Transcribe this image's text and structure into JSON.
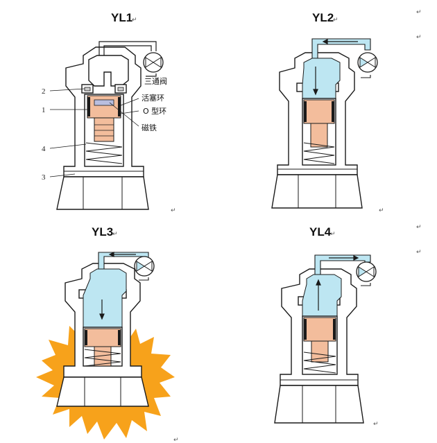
{
  "panels": [
    {
      "title": "YL1"
    },
    {
      "title": "YL2"
    },
    {
      "title": "YL3"
    },
    {
      "title": "YL4"
    }
  ],
  "labels": {
    "three_way_valve": "三通阀",
    "piston_ring": "活塞环",
    "o_ring": "O 型环",
    "magnet": "磁铁",
    "num_1": "1",
    "num_2": "2",
    "num_3": "3",
    "num_4": "4"
  },
  "marks": {
    "return": "↵"
  },
  "colors": {
    "air": "#bde6f2",
    "piston": "#f3bd9c",
    "flash": "#f7a21b",
    "seal": "#1a1a1a"
  }
}
